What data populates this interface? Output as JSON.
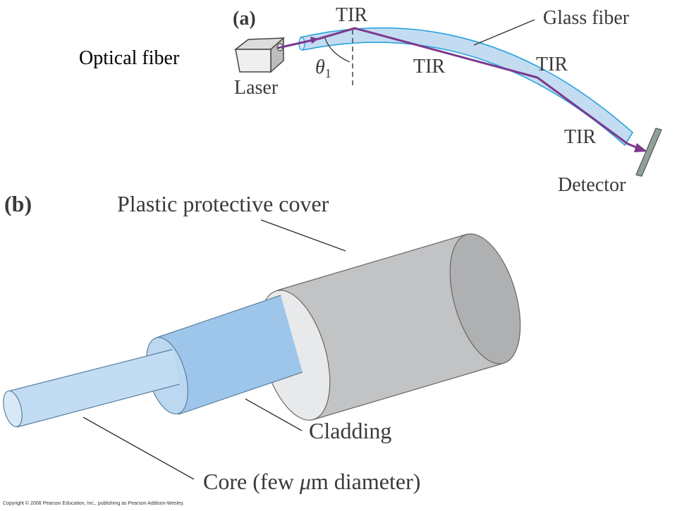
{
  "part_a": {
    "label": "(a)",
    "title": "Optical fiber",
    "glass_fiber": "Glass fiber",
    "laser": "Laser",
    "angle_symbol": "θ",
    "angle_subscript": "1",
    "tir_labels": [
      "TIR",
      "TIR",
      "TIR",
      "TIR"
    ],
    "detector": "Detector"
  },
  "part_b": {
    "label": "(b)",
    "cover": "Plastic protective cover",
    "cladding": "Cladding",
    "core_prefix": "Core (few ",
    "core_mu": "μ",
    "core_suffix": "m diameter)"
  },
  "copyright": "Copyright © 2008 Pearson Education, Inc., publishing as Pearson Addison-Wesley.",
  "colors": {
    "fiber_fill": "#c4dcf2",
    "fiber_edge": "#2aa3dc",
    "ray": "#7b3a8e",
    "cover": "#c1c3c5",
    "cover_shade": "#aeb0b2",
    "cladding": "#9ec6ea",
    "core": "#c2dcf3"
  }
}
